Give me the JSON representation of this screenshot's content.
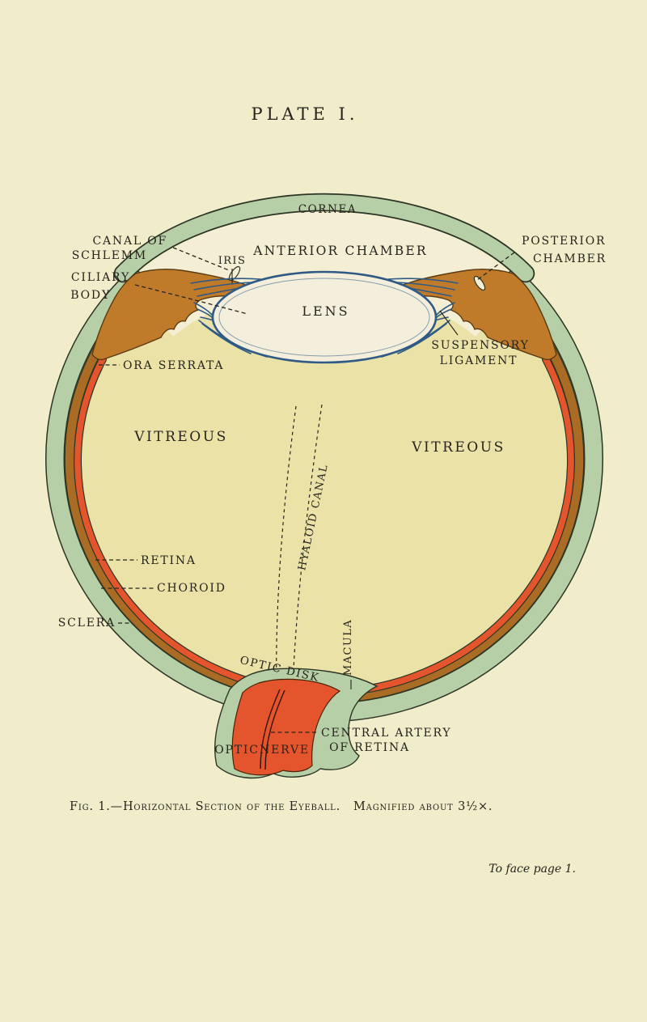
{
  "page": {
    "title": "PLATE I.",
    "caption": "Fig. 1.—Horizontal Section of the Eyeball.",
    "caption_magnification": "Magnified about 3½×.",
    "footer_note": "To face page 1."
  },
  "figure": {
    "name": "Horizontal section of the eyeball, magnified about 3.5 times",
    "labels": {
      "cornea": "CORNEA",
      "canal_of_schlemm_1": "CANAL OF",
      "canal_of_schlemm_2": "SCHLEMM",
      "iris": "IRIS",
      "anterior_chamber": "ANTERIOR CHAMBER",
      "posterior_chamber_1": "POSTERIOR",
      "posterior_chamber_2": "CHAMBER",
      "ciliary_body_1": "CILIARY",
      "ciliary_body_2": "BODY",
      "lens": "LENS",
      "suspensory_ligament_1": "SUSPENSORY",
      "suspensory_ligament_2": "LIGAMENT",
      "ora_serrata": "ORA SERRATA",
      "vitreous_left": "VITREOUS",
      "vitreous_right": "VITREOUS",
      "hyaloid_canal": "HYALOID CANAL",
      "retina": "RETINA",
      "choroid": "CHOROID",
      "sclera": "SCLERA",
      "macula": "MACULA",
      "optic_disk": "OPTIC DISK",
      "optic_nerve_1": "OPTIC",
      "optic_nerve_2": "NERVE",
      "central_artery_1": "CENTRAL ARTERY",
      "central_artery_2": "OF RETINA"
    },
    "colors": {
      "paper": "#f1ecca",
      "anterior_chamber": "#f4efd4",
      "vitreous_yellow": "#ebe2a8",
      "sclera_green": "#b7cfa6",
      "choroid_brown": "#aa6b25",
      "retina_red": "#e4552d",
      "iris_ochre": "#c07b2a",
      "lens_fill": "#f4efdc",
      "ligament_blue": "#2e5a85",
      "outline_dark": "#2c3524",
      "ink": "#26241c",
      "artery_dark": "#331208"
    }
  }
}
